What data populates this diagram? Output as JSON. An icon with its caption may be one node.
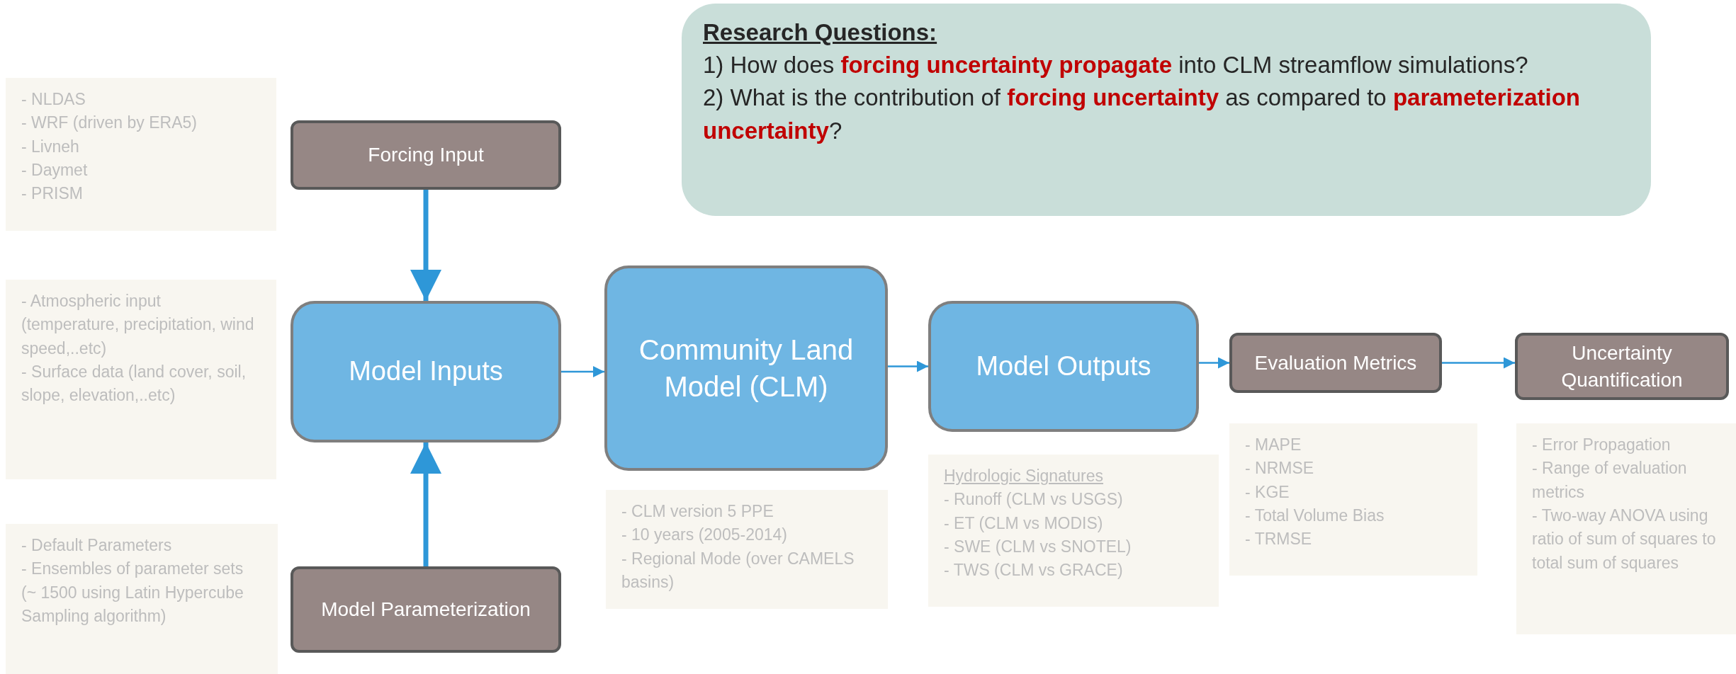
{
  "diagram": {
    "nodes": [
      {
        "text": [
          "- NLDAS",
          "- WRF (driven by ERA5)",
          "- Livneh",
          "- Daymet",
          "- PRISM"
        ]
      },
      {
        "text": [
          "Forcing Input"
        ]
      },
      {
        "text": [
          "Research Questions:",
          "1) How does **forcing uncertainty propagate** into CLM streamflow simulations?",
          "2) What is the contribution of **forcing uncertainty** as compared to **parameterization uncertainty**?"
        ]
      },
      {
        "text": [
          "- Atmospheric input (temperature, precipitation, wind speed,..etc)",
          "- Surface data (land cover, soil, slope, elevation,..etc)"
        ]
      },
      {
        "text": [
          "Model Inputs"
        ]
      },
      {
        "text": [
          "Community Land Model (CLM)"
        ]
      },
      {
        "text": [
          "Model Outputs"
        ]
      },
      {
        "text": [
          "Evaluation Metrics"
        ]
      },
      {
        "text": [
          "Uncertainty Quantification"
        ]
      },
      {
        "text": [
          "- Default Parameters",
          "- Ensembles of parameter sets (~ 1500 using Latin Hypercube Sampling algorithm)"
        ]
      },
      {
        "text": [
          "Model Parameterization"
        ]
      },
      {
        "text": [
          "- CLM version 5 PPE",
          "- 10 years (2005-2014)",
          "- Regional Mode (over CAMELS basins)"
        ]
      },
      {
        "text": [
          "Hydrologic Signatures",
          "- Runoff (CLM vs USGS)",
          "- ET (CLM vs MODIS)",
          "- SWE (CLM vs SNOTEL)",
          "- TWS (CLM vs GRACE)"
        ]
      },
      {
        "text": [
          "- MAPE",
          "- NRMSE",
          "- KGE",
          "- Total Volume Bias",
          "- TRMSE"
        ]
      },
      {
        "text": [
          "- Error Propagation",
          "- Range of evaluation metrics",
          "- Two-way ANOVA using ratio of sum of squares to total sum of squares"
        ]
      }
    ],
    "edges": [
      {
        "from": 1,
        "to": 4,
        "arrow": "to",
        "style": "thick"
      },
      {
        "from": 10,
        "to": 4,
        "arrow": "to",
        "style": "thick"
      },
      {
        "from": 4,
        "to": 5,
        "arrow": "to"
      },
      {
        "from": 5,
        "to": 6,
        "arrow": "to"
      },
      {
        "from": 6,
        "to": 7,
        "arrow": "to"
      },
      {
        "from": 7,
        "to": 8,
        "arrow": "to"
      }
    ]
  }
}
